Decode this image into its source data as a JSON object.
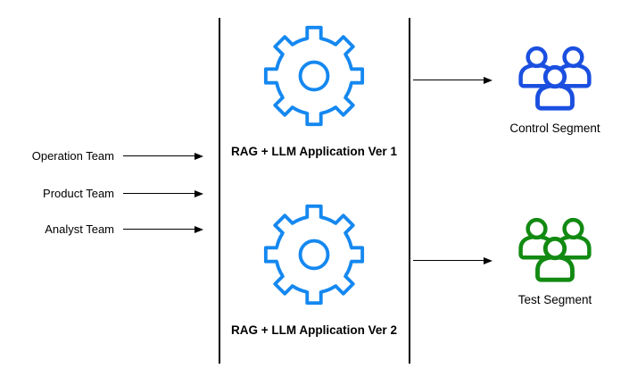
{
  "teams": [
    {
      "label": "Operation Team"
    },
    {
      "label": "Product Team"
    },
    {
      "label": "Analyst Team"
    }
  ],
  "applications": [
    {
      "label": "RAG + LLM Application Ver 1",
      "icon": "gear-icon"
    },
    {
      "label": "RAG + LLM Application Ver 2",
      "icon": "gear-icon"
    }
  ],
  "segments": [
    {
      "label": "Control Segment",
      "icon": "people-group-icon",
      "color": "#1A4FE0"
    },
    {
      "label": "Test Segment",
      "icon": "people-group-icon",
      "color": "#128A12"
    }
  ],
  "colors": {
    "gear": "#1588F0",
    "line": "#000000"
  }
}
